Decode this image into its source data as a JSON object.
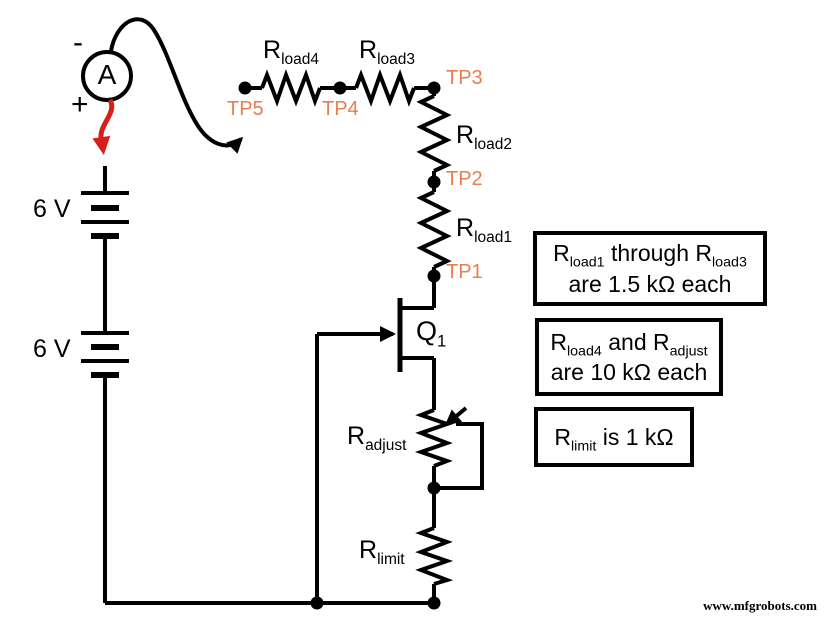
{
  "colors": {
    "wire": "#000000",
    "tp_label": "#e87d4f",
    "red_arrow": "#d42018",
    "background": "#ffffff"
  },
  "ammeter": {
    "symbol": "A",
    "minus_label": "-",
    "plus_label": "+"
  },
  "batteries": [
    {
      "label": "6 V"
    },
    {
      "label": "6 V"
    }
  ],
  "labels": {
    "rload4": [
      {
        "t": "R"
      },
      {
        "s": "load4"
      }
    ],
    "rload3": [
      {
        "t": "R"
      },
      {
        "s": "load3"
      }
    ],
    "rload2": [
      {
        "t": "R"
      },
      {
        "s": "load2"
      }
    ],
    "rload1": [
      {
        "t": "R"
      },
      {
        "s": "load1"
      }
    ],
    "radjust": [
      {
        "t": "R"
      },
      {
        "s": "adjust"
      }
    ],
    "rlimit": [
      {
        "t": "R"
      },
      {
        "s": "limit"
      }
    ],
    "q1": [
      {
        "t": "Q"
      },
      {
        "s": "1"
      }
    ]
  },
  "test_points": {
    "tp1": "TP1",
    "tp2": "TP2",
    "tp3": "TP3",
    "tp4": "TP4",
    "tp5": "TP5"
  },
  "notes": [
    {
      "line1": [
        {
          "t": "R"
        },
        {
          "s": "load1"
        },
        {
          "t": " through R"
        },
        {
          "s": "load3"
        }
      ],
      "line2": [
        {
          "t": "are 1.5 kΩ each"
        }
      ]
    },
    {
      "line1": [
        {
          "t": "R"
        },
        {
          "s": "load4"
        },
        {
          "t": " and R"
        },
        {
          "s": "adjust"
        }
      ],
      "line2": [
        {
          "t": "are 10 kΩ each"
        }
      ]
    },
    {
      "line1": [
        {
          "t": "R"
        },
        {
          "s": "limit"
        },
        {
          "t": " is 1 kΩ"
        }
      ]
    }
  ],
  "watermark": "www.mfgrobots.com"
}
